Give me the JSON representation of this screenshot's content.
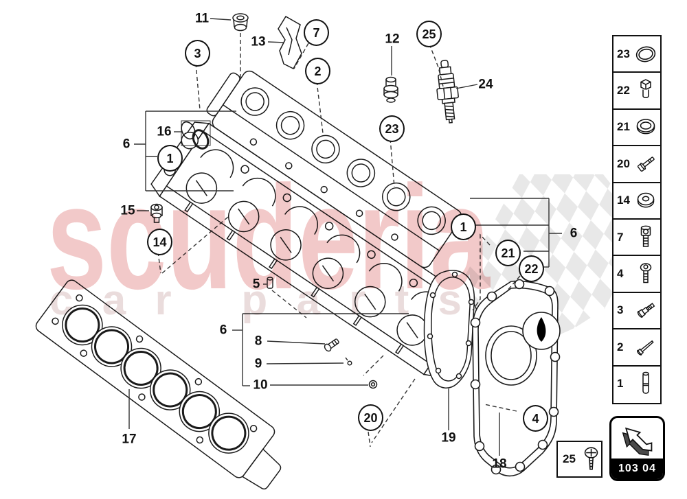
{
  "watermark": {
    "line1": "scuderia",
    "line2": "car parts",
    "color_line1": "#f2c9c9",
    "color_line2": "#eadcdc"
  },
  "diagram": {
    "description": "exploded view of cylinder head with camshaft cover, head gasket, timing cover and fasteners",
    "checker_color": "#e8e8e8",
    "line_color": "#1a1a1a"
  },
  "callouts": {
    "circled": [
      {
        "label": "3"
      },
      {
        "label": "7"
      },
      {
        "label": "2"
      },
      {
        "label": "25"
      },
      {
        "label": "23"
      },
      {
        "label": "1"
      },
      {
        "label": "14"
      },
      {
        "label": "1"
      },
      {
        "label": "21"
      },
      {
        "label": "22"
      },
      {
        "label": "20"
      },
      {
        "label": "4"
      }
    ],
    "plain": [
      {
        "label": "11"
      },
      {
        "label": "13"
      },
      {
        "label": "12"
      },
      {
        "label": "24"
      },
      {
        "label": "16"
      },
      {
        "label": "6"
      },
      {
        "label": "15"
      },
      {
        "label": "5"
      },
      {
        "label": "6"
      },
      {
        "label": "8"
      },
      {
        "label": "9"
      },
      {
        "label": "10"
      },
      {
        "label": "17"
      },
      {
        "label": "19"
      },
      {
        "label": "18"
      },
      {
        "label": "6"
      }
    ]
  },
  "sidebar": {
    "rows": [
      {
        "num": "23",
        "icon": "o-ring"
      },
      {
        "num": "22",
        "icon": "hex-bolt"
      },
      {
        "num": "21",
        "icon": "washer"
      },
      {
        "num": "20",
        "icon": "long-hex-bolt"
      },
      {
        "num": "14",
        "icon": "flat-washer"
      },
      {
        "num": "7",
        "icon": "socket-head-screw"
      },
      {
        "num": "4",
        "icon": "button-head-screw"
      },
      {
        "num": "3",
        "icon": "shoulder-screw"
      },
      {
        "num": "2",
        "icon": "long-screw"
      },
      {
        "num": "1",
        "icon": "dowel-pin"
      }
    ]
  },
  "extras": {
    "box25": {
      "num": "25",
      "icon": "pan-head-screw"
    },
    "plate": {
      "code": "103 04",
      "icon": "arrow-up-left"
    }
  }
}
